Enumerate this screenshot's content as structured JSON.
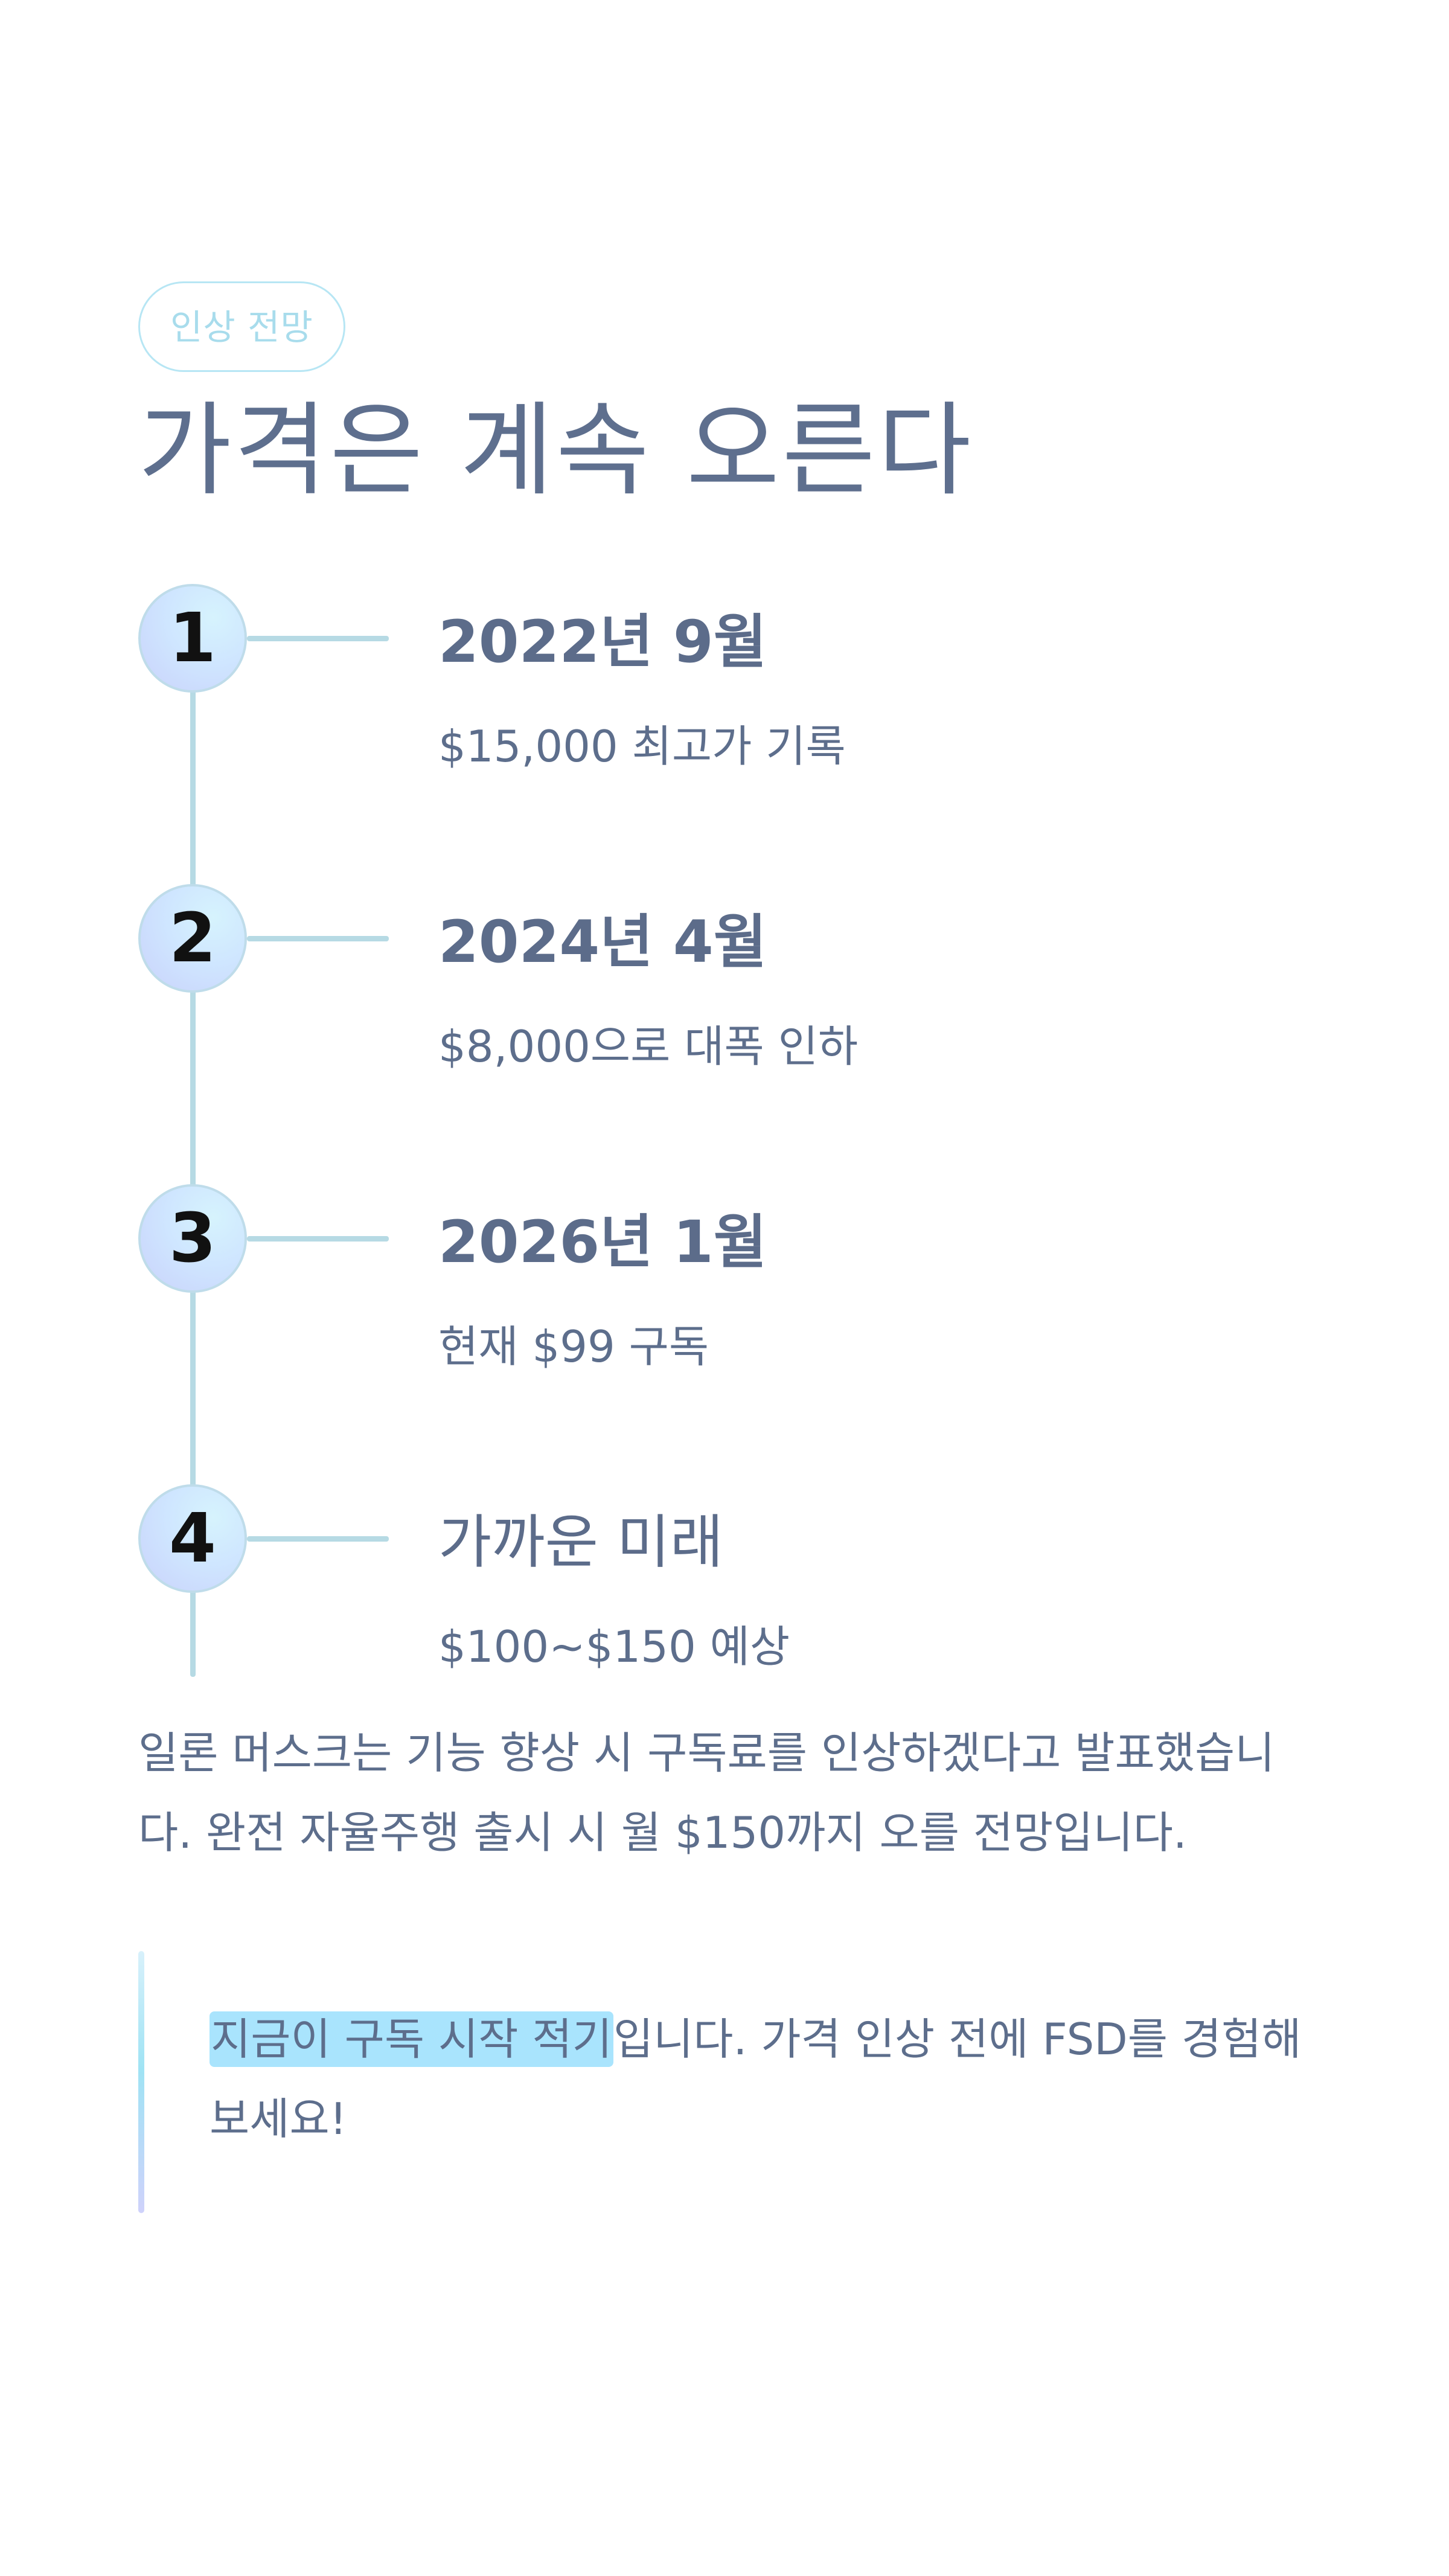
{
  "badge": "인상 전망",
  "title": "가격은 계속 오른다",
  "timeline": [
    {
      "number": "1",
      "date": "2022년 9월",
      "desc": "$15,000 최고가 기록"
    },
    {
      "number": "2",
      "date": "2024년 4월",
      "desc": "$8,000으로 대폭 인하"
    },
    {
      "number": "3",
      "date": "2026년 1월",
      "desc": "현재 $99 구독"
    },
    {
      "number": "4",
      "date": "가까운 미래",
      "desc": "$100~$150 예상"
    }
  ],
  "body": "일론 머스크는 기능 향상 시 구독료를 인상하겠다고 발표했습니다. 완전 자율주행 출시 시 월 $150까지 오를 전망입니다.",
  "callout": {
    "highlight": "지금이 구독 시작 적기",
    "rest": "입니다. 가격 인상 전에 FSD를 경험해보세요!"
  },
  "colors": {
    "text": "#5d6e8c",
    "accent": "#a9e4fd",
    "rail": "#b6dae4"
  }
}
